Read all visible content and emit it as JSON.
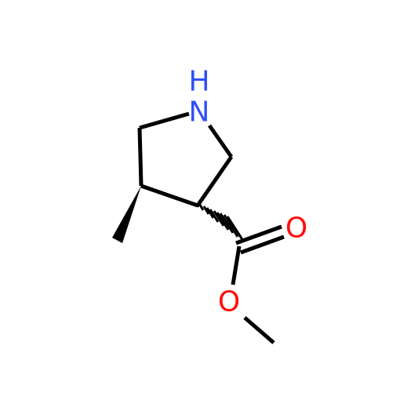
{
  "atoms": {
    "nitrogen": {
      "symbol": "N",
      "color": "#3050F8"
    },
    "hydrogen": {
      "symbol": "H",
      "color": "#3050F8"
    },
    "carbonyl_oxygen": {
      "symbol": "O",
      "color": "#FF0D0D"
    },
    "ester_oxygen": {
      "symbol": "O",
      "color": "#FF0D0D"
    }
  },
  "bond_color": "#000000"
}
